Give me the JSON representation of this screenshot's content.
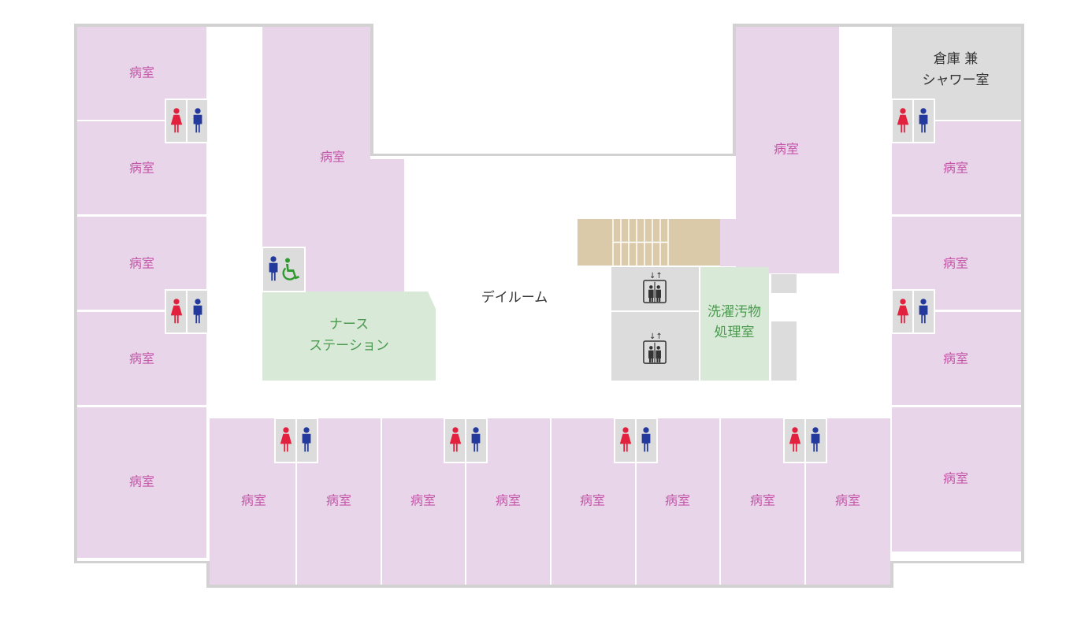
{
  "colors": {
    "room": "#e9d5e9",
    "corridor": "#ffffff",
    "wall": "#d2d2d2",
    "utility": "#dcdcdc",
    "nurse": "#d8ead7",
    "stairs": "#dbcaa9",
    "female": "#e2213f",
    "male": "#23399b",
    "wheelchair": "#2f9a2f",
    "room_text": "#c455a8",
    "green_text": "#4c9a4f",
    "dark_text": "#333333"
  },
  "labels": {
    "room": "病室",
    "storage_line1": "倉庫 兼",
    "storage_line2": "シャワー室",
    "nurse_line1": "ナース",
    "nurse_line2": "ステーション",
    "dayroom": "デイルーム",
    "laundry_line1": "洗濯汚物",
    "laundry_line2": "処理室"
  },
  "icons": {
    "female": "female-restroom-icon",
    "male": "male-restroom-icon",
    "wheelchair": "wheelchair-icon",
    "elevator": "elevator-icon",
    "stairs": "stairs-icon"
  }
}
